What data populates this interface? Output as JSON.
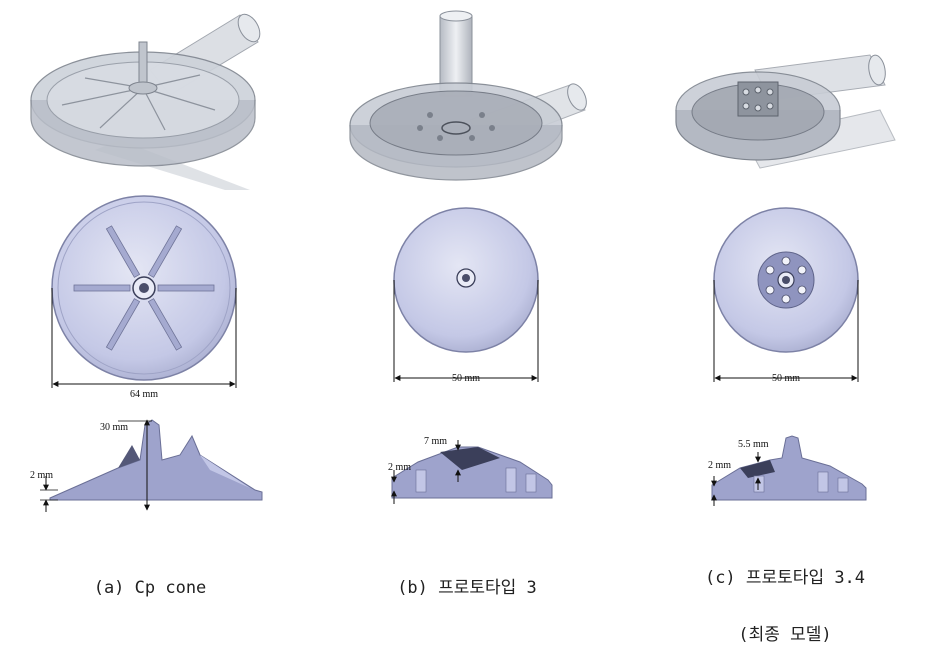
{
  "panels": [
    {
      "caption_line1": "(a) Cp cone",
      "caption_line2": "",
      "diameter_label": "64 mm",
      "height_label": "30 mm",
      "base_label": "2 mm"
    },
    {
      "caption_line1": "(b) 프로토타입 3",
      "caption_line2": "",
      "diameter_label": "50 mm",
      "height_label": "7 mm",
      "base_label": "2 mm"
    },
    {
      "caption_line1": "(c) 프로토타입 3.4",
      "caption_line2": "(최종 모델)",
      "diameter_label": "50 mm",
      "height_label": "5.5 mm",
      "base_label": "2 mm"
    }
  ],
  "colors": {
    "glass": "#c9ced6",
    "glass_edge": "#8a909a",
    "disc_face": "#c4c8e6",
    "disc_edge": "#7d82a6",
    "section_fill": "#9ea3cc",
    "section_dark": "#3b3f5a"
  }
}
